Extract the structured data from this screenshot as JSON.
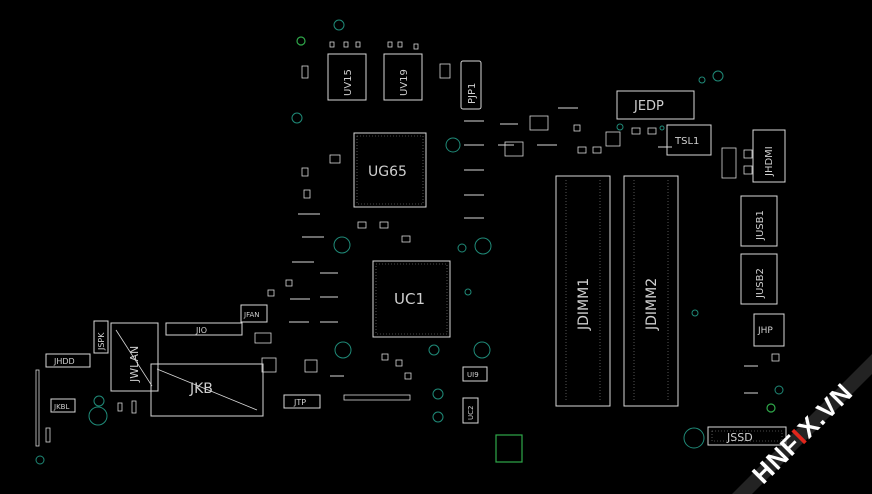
{
  "board": {
    "background": "#000000",
    "silkscreen_color": "#d8d8d8",
    "via_color": "#1f8a78",
    "marker_color": "#2fa84a"
  },
  "components": {
    "uv15": "UV15",
    "uv19": "UV19",
    "pjp1": "PJP1",
    "jedp": "JEDP",
    "tsl1": "TSL1",
    "jhdmi": "JHDMI",
    "ug65": "UG65",
    "jusb1": "JUSB1",
    "jusb2": "JUSB2",
    "jdimm1": "JDIMM1",
    "jdimm2": "JDIMM2",
    "uc1": "UC1",
    "jio": "JIO",
    "jfan": "JFAN",
    "jspk": "JSPK",
    "jwlan": "JWLAN",
    "jhp": "JHP",
    "jhdd": "JHDD",
    "jkb": "JKB",
    "jkbl": "JKBL",
    "jtp": "JTP",
    "ui9": "UI9",
    "uc2": "UC2",
    "jssd": "JSSD"
  },
  "watermark": {
    "text_a": "HNF",
    "text_b": "I",
    "text_c": "X.VN",
    "accent": "#e1261c",
    "text_color": "#ffffff"
  }
}
